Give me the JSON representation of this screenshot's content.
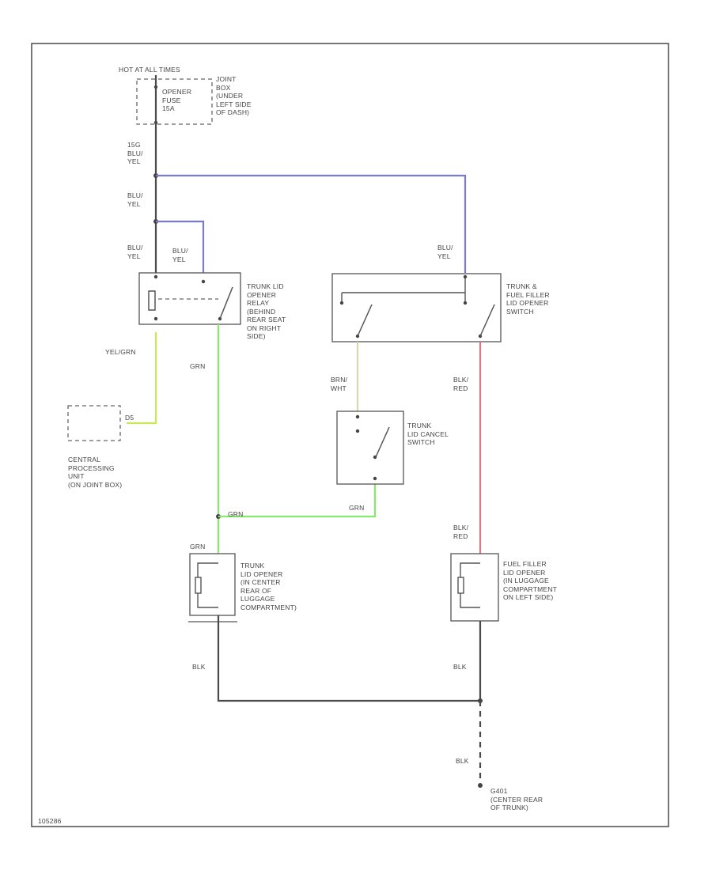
{
  "colors": {
    "blu_yel": "#7a7ad6",
    "yel_grn": "#c6e857",
    "grn": "#86e86c",
    "brn_wht": "#d8d8b0",
    "blk_red": "#d87a88",
    "blk": "#4a4a4a"
  },
  "fuse": {
    "hot_label": "HOT AT ALL TIMES",
    "fuse_label": "OPENER\nFUSE\n15A",
    "junction_label": "JOINT\nBOX\n(UNDER\nLEFT SIDE\nOF DASH)",
    "fuse_wire": "15G\nBLU/\nYEL"
  },
  "wires": {
    "blu_yel_1": "BLU/\nYEL",
    "blu_yel_2": "BLU/\nYEL",
    "blu_yel_3": "BLU/\nYEL",
    "blu_yel_4": "BLU/\nYEL",
    "yel_grn": "YEL/GRN",
    "grn_1": "GRN",
    "grn_2": "GRN",
    "grn_3": "GRN",
    "grn_4": "GRN",
    "brn_wht": "BRN/\nWHT",
    "blk_red_1": "BLK/\nRED",
    "blk_red_2": "BLK/\nRED",
    "blk_1": "BLK",
    "blk_2": "BLK",
    "blk_3": "BLK",
    "cpu_pin": "D5"
  },
  "components": {
    "trunk_relay": "TRUNK LID\nOPENER\nRELAY\n(BEHIND\nREAR SEAT\nON RIGHT\nSIDE)",
    "trunk_fuel_switch": "TRUNK &\nFUEL FILLER\nLID OPENER\nSWITCH",
    "trunk_cancel_switch": "TRUNK\nLID CANCEL\nSWITCH",
    "cpu": "CENTRAL\nPROCESSING\nUNIT\n(ON JOINT BOX)",
    "trunk_opener": "TRUNK\nLID OPENER\n(IN CENTER\nREAR OF\nLUGGAGE\nCOMPARTMENT)",
    "fuel_opener": "FUEL FILLER\nLID OPENER\n(IN LUGGAGE\nCOMPARTMENT\nON LEFT SIDE)",
    "ground": "G401\n(CENTER REAR\nOF TRUNK)"
  },
  "footer": {
    "code": "105286"
  }
}
